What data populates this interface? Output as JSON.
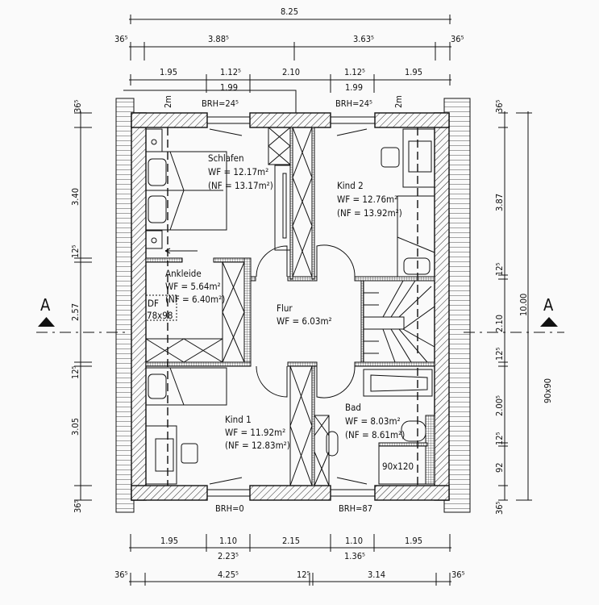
{
  "drawing": {
    "dimensions_top": {
      "overall": "8.25",
      "row2": [
        "36⁵",
        "3.88⁵",
        "3.63⁵",
        "36⁵"
      ],
      "row3": [
        "1.95",
        "1.12⁵",
        "2.10",
        "1.12⁵",
        "1.95"
      ],
      "window_widths": [
        "1.99",
        "1.99"
      ]
    },
    "dimensions_bottom": {
      "row1": [
        "1.95",
        "1.10",
        "2.15",
        "1.10",
        "1.95"
      ],
      "door_heights": [
        "2.23⁵",
        "1.36⁵"
      ],
      "row2": [
        "36⁵",
        "4.25⁵",
        "12⁵",
        "3.14",
        "36⁵"
      ]
    },
    "dimensions_left": [
      "36⁵",
      "3.40",
      "12⁵",
      "2.57",
      "12⁵",
      "3.05",
      "36⁵"
    ],
    "dimensions_right": [
      "36⁵",
      "3.87",
      "12⁵",
      "2.10",
      "12⁵",
      "2.00⁵",
      "12⁵",
      "92",
      "36⁵"
    ],
    "overall_right": "10.00",
    "window_note_right": "90x90",
    "parapet_labels": {
      "top_left": "BRH=24⁵",
      "top_right": "BRH=24⁵",
      "bottom_left": "BRH=0",
      "bottom_right": "BRH=87",
      "two_m_left": "2m",
      "two_m_right": "2m"
    },
    "section_marker": "A",
    "rooms": [
      {
        "name": "Schlafen",
        "wf": "WF = 12.17m²",
        "nf": "(NF = 13.17m²)"
      },
      {
        "name": "Kind 2",
        "wf": "WF = 12.76m²",
        "nf": "(NF = 13.92m²)"
      },
      {
        "name": "Ankleide",
        "wf": "WF = 5.64m²",
        "nf": "(NF = 6.40m²)"
      },
      {
        "name": "Flur",
        "wf": "WF = 6.03m²"
      },
      {
        "name": "Kind 1",
        "wf": "WF = 11.92m²",
        "nf": "(NF = 12.83m²)"
      },
      {
        "name": "Bad",
        "wf": "WF = 8.03m²",
        "nf": "(NF = 8.61m²)"
      }
    ],
    "roof_window": {
      "label": "DF",
      "size": "78x98"
    },
    "shower_size": "90x120"
  }
}
